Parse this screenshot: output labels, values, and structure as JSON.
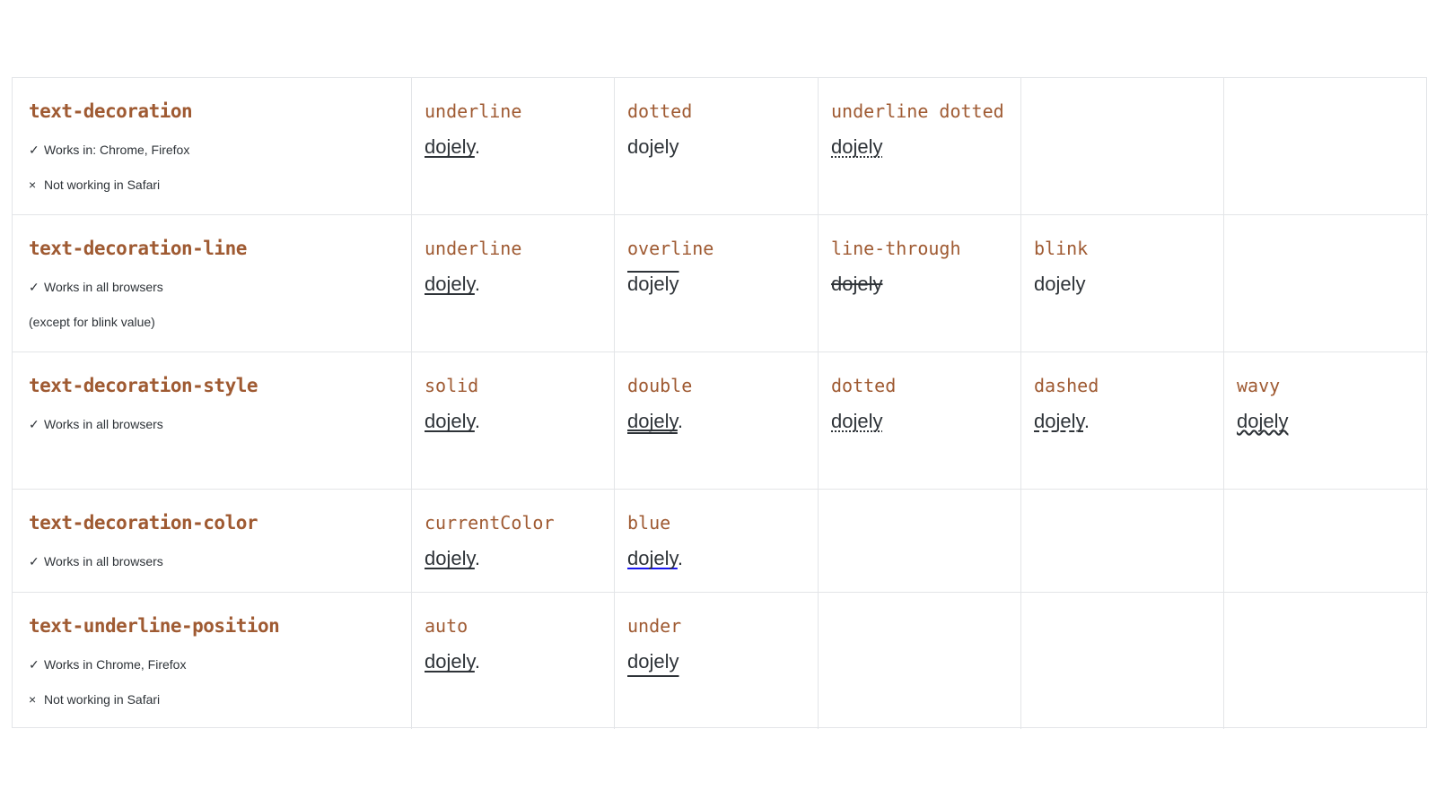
{
  "colors": {
    "background": "#ffffff",
    "property_accent": "#9f5a32",
    "text": "#2e3338",
    "border": "#e3e5e8",
    "blue_decoration": "#1a16ee"
  },
  "table": {
    "rows": [
      {
        "property": "text-decoration",
        "notes": [
          {
            "glyph": "✓",
            "text": "Works in: Chrome, Firefox"
          },
          {
            "glyph": "×",
            "text": "Not working in Safari"
          }
        ],
        "cells": [
          {
            "label": "underline",
            "sample": "dojely",
            "suffix": ".",
            "decoration": "underline"
          },
          {
            "label": "dotted",
            "sample": "dojely",
            "suffix": "",
            "decoration": "none"
          },
          {
            "label": "underline dotted",
            "sample": "dojely",
            "suffix": "",
            "decoration": "underline-dotted"
          },
          {
            "label": "",
            "sample": "",
            "suffix": "",
            "decoration": "none"
          },
          {
            "label": "",
            "sample": "",
            "suffix": "",
            "decoration": "none"
          }
        ]
      },
      {
        "property": "text-decoration-line",
        "notes": [
          {
            "glyph": "✓",
            "text": "Works in all browsers"
          },
          {
            "glyph": "",
            "text": "(except for blink value)"
          }
        ],
        "cells": [
          {
            "label": "underline",
            "sample": "dojely",
            "suffix": ".",
            "decoration": "underline"
          },
          {
            "label": "overline",
            "sample": "dojely",
            "suffix": "",
            "decoration": "overline"
          },
          {
            "label": "line-through",
            "sample": "dojely",
            "suffix": "",
            "decoration": "line-through"
          },
          {
            "label": "blink",
            "sample": "dojely",
            "suffix": "",
            "decoration": "none"
          },
          {
            "label": "",
            "sample": "",
            "suffix": "",
            "decoration": "none"
          }
        ]
      },
      {
        "property": "text-decoration-style",
        "notes": [
          {
            "glyph": "✓",
            "text": "Works in all browsers"
          }
        ],
        "cells": [
          {
            "label": "solid",
            "sample": "dojely",
            "suffix": ".",
            "decoration": "underline"
          },
          {
            "label": "double",
            "sample": "dojely",
            "suffix": ".",
            "decoration": "underline-double"
          },
          {
            "label": "dotted",
            "sample": "dojely",
            "suffix": "",
            "decoration": "underline-dotted"
          },
          {
            "label": "dashed",
            "sample": "dojely",
            "suffix": ".",
            "decoration": "underline-dashed"
          },
          {
            "label": "wavy",
            "sample": "dojely",
            "suffix": "",
            "decoration": "underline-wavy"
          }
        ]
      },
      {
        "property": "text-decoration-color",
        "notes": [
          {
            "glyph": "✓",
            "text": "Works in all browsers"
          }
        ],
        "cells": [
          {
            "label": "currentColor",
            "sample": "dojely",
            "suffix": ".",
            "decoration": "underline"
          },
          {
            "label": "blue",
            "sample": "dojely",
            "suffix": ".",
            "decoration": "underline-blue"
          },
          {
            "label": "",
            "sample": "",
            "suffix": "",
            "decoration": "none"
          },
          {
            "label": "",
            "sample": "",
            "suffix": "",
            "decoration": "none"
          },
          {
            "label": "",
            "sample": "",
            "suffix": "",
            "decoration": "none"
          }
        ]
      },
      {
        "property": "text-underline-position",
        "notes": [
          {
            "glyph": "✓",
            "text": "Works in Chrome, Firefox"
          },
          {
            "glyph": "×",
            "text": "Not working in Safari"
          }
        ],
        "cells": [
          {
            "label": "auto",
            "sample": "dojely",
            "suffix": ".",
            "decoration": "underline"
          },
          {
            "label": "under",
            "sample": "dojely",
            "suffix": "",
            "decoration": "underline-under"
          },
          {
            "label": "",
            "sample": "",
            "suffix": "",
            "decoration": "none"
          },
          {
            "label": "",
            "sample": "",
            "suffix": "",
            "decoration": "none"
          },
          {
            "label": "",
            "sample": "",
            "suffix": "",
            "decoration": "none"
          }
        ]
      }
    ]
  }
}
